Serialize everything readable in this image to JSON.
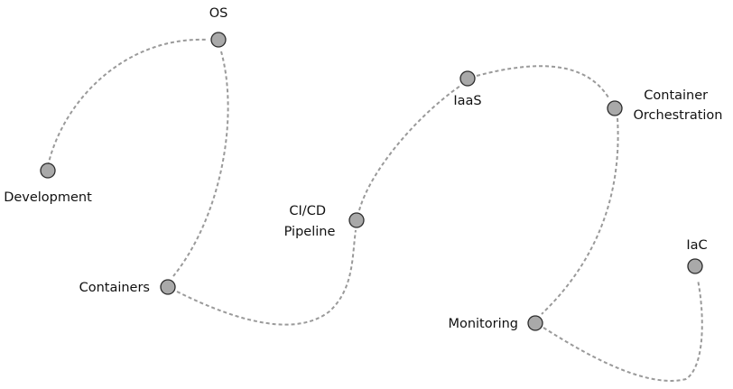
{
  "diagram": {
    "nodes": [
      {
        "id": "os",
        "label_lines": [
          "OS"
        ]
      },
      {
        "id": "development",
        "label_lines": [
          "Development"
        ]
      },
      {
        "id": "containers",
        "label_lines": [
          "Containers"
        ]
      },
      {
        "id": "cicd",
        "label_lines": [
          "CI/CD",
          "Pipeline"
        ]
      },
      {
        "id": "iaas",
        "label_lines": [
          "IaaS"
        ]
      },
      {
        "id": "container-orchestration",
        "label_lines": [
          "Container",
          "Orchestration"
        ]
      },
      {
        "id": "monitoring",
        "label_lines": [
          "Monitoring"
        ]
      },
      {
        "id": "iac",
        "label_lines": [
          "IaC"
        ]
      }
    ],
    "edges": [
      {
        "from": "development",
        "to": "os"
      },
      {
        "from": "os",
        "to": "containers"
      },
      {
        "from": "containers",
        "to": "cicd"
      },
      {
        "from": "cicd",
        "to": "iaas"
      },
      {
        "from": "iaas",
        "to": "container-orchestration"
      },
      {
        "from": "container-orchestration",
        "to": "monitoring"
      },
      {
        "from": "monitoring",
        "to": "iac"
      }
    ]
  }
}
